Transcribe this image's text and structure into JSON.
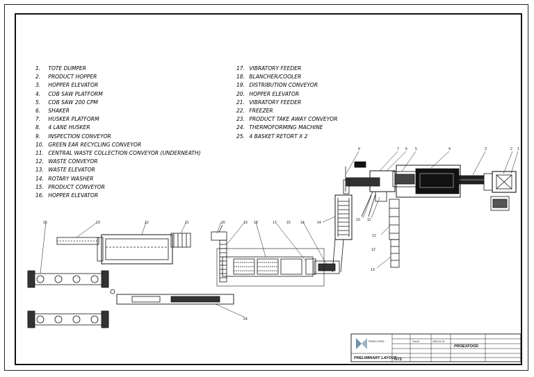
{
  "legend": {
    "left": [
      {
        "num": "1.",
        "label": "TOTE DUMPER"
      },
      {
        "num": "2.",
        "label": "PRODUCT HOPPER"
      },
      {
        "num": "3.",
        "label": "HOPPER ELEVATOR"
      },
      {
        "num": "4.",
        "label": "COB SAW PLATFORM"
      },
      {
        "num": "5.",
        "label": "COB SAW 200 CPM"
      },
      {
        "num": "6.",
        "label": "SHAKER"
      },
      {
        "num": "7.",
        "label": "HUSKER PLATFORM"
      },
      {
        "num": "8.",
        "label": "4 LANE HUSKER"
      },
      {
        "num": "9.",
        "label": "INSPECTION CONVEYOR"
      },
      {
        "num": "10.",
        "label": "GREEN EAR RECYCLING CONVEYOR"
      },
      {
        "num": "11.",
        "label": "CENTRAL WASTE COLLECTION CONVEYOR (UNDERNEATH)"
      },
      {
        "num": "12.",
        "label": "WASTE CONVEYOR"
      },
      {
        "num": "13.",
        "label": "WASTE ELEVATOR"
      },
      {
        "num": "14.",
        "label": "ROTARY WASHER"
      },
      {
        "num": "15.",
        "label": "PRODUCT CONVEYOR"
      },
      {
        "num": "16.",
        "label": "HOPPER ELEVATOR"
      }
    ],
    "right": [
      {
        "num": "17.",
        "label": "VIBRATORY FEEDER"
      },
      {
        "num": "18.",
        "label": "BLANCHER/COOLER"
      },
      {
        "num": "19.",
        "label": "DISTRIBUTION CONVEYOR"
      },
      {
        "num": "20.",
        "label": "HOPPER ELEVATOR"
      },
      {
        "num": "21.",
        "label": "VIBRATORY FEEDER"
      },
      {
        "num": "22.",
        "label": "FREEZER"
      },
      {
        "num": "23.",
        "label": "PRODUCT TAKE AWAY CONVEYOR"
      },
      {
        "num": "24.",
        "label": "THERMOFORMING MACHINE"
      },
      {
        "num": "25.",
        "label": "4 BASKET RETORT X 2"
      }
    ]
  },
  "callouts": {
    "c1": "1",
    "c2": "2",
    "c3": "3",
    "c4": "4",
    "c5": "5",
    "c6": "6",
    "c7": "7",
    "c9": "9",
    "c10": "10",
    "c11": "11",
    "c12a": "12",
    "c12b": "12",
    "c13": "13",
    "c14": "14",
    "c15": "15",
    "c16": "16",
    "c17": "17",
    "c18": "18",
    "c19": "19",
    "c20": "20",
    "c21": "21",
    "c22": "22",
    "c23": "23",
    "c24": "24",
    "c25": "25"
  },
  "title_block": {
    "company_logo_text": "PROEX FOOD",
    "company_name": "PROEXFOOD",
    "drawing_title": "PRELIMINARY LAYOUT",
    "scale": "NTS",
    "drawn_by": "Tom B",
    "date": "2020-01-15"
  },
  "colors": {
    "line": "#111111",
    "logo_accent": "#6f8fa8"
  }
}
